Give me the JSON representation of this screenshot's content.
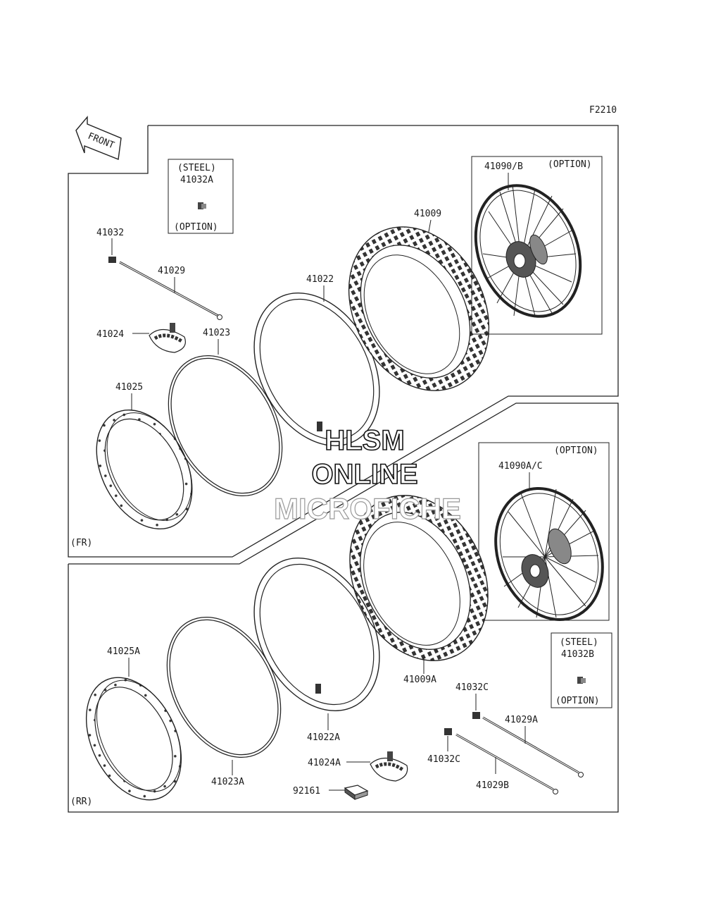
{
  "diagram_code": "F2210",
  "front_arrow_label": "FRONT",
  "sections": {
    "front": "(FR)",
    "rear": "(RR)"
  },
  "callouts": {
    "steel_front": {
      "top": "(STEEL)",
      "part": "41032A",
      "bottom": "(OPTION)"
    },
    "steel_rear": {
      "top": "(STEEL)",
      "part": "41032B",
      "bottom": "(OPTION)"
    },
    "wheel_front_option": "(OPTION)",
    "wheel_rear_option": "(OPTION)"
  },
  "parts": {
    "p41032": "41032",
    "p41029": "41029",
    "p41024": "41024",
    "p41023": "41023",
    "p41025": "41025",
    "p41022": "41022",
    "p41009": "41009",
    "p41090B": "41090/B",
    "p41090AC": "41090A/C",
    "p41025A": "41025A",
    "p41023A": "41023A",
    "p41022A": "41022A",
    "p41009A": "41009A",
    "p41032C_1": "41032C",
    "p41032C_2": "41032C",
    "p41029A": "41029A",
    "p41029B": "41029B",
    "p41024A": "41024A",
    "p92161": "92161"
  },
  "watermark": {
    "line1": "HLSM",
    "line2": "ONLINE",
    "line3": "MICROFICHE"
  }
}
